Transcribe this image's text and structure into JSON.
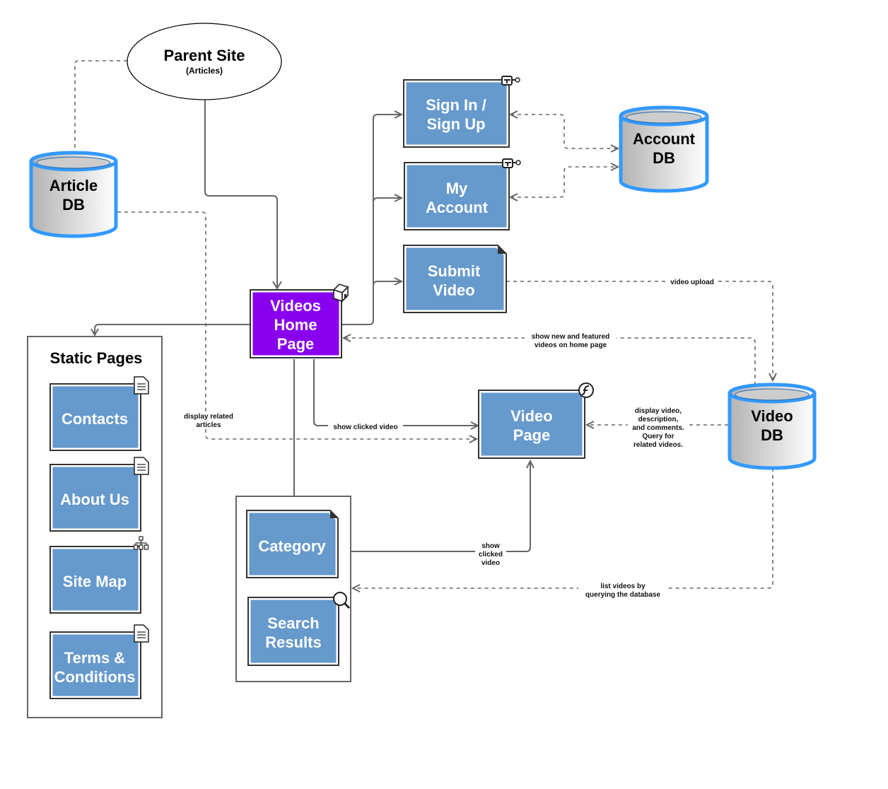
{
  "colors": {
    "page_fill": "#6699cc",
    "home_fill": "#8800ee",
    "db_rim": "#3399ff",
    "edge": "#666666"
  },
  "parent_site": {
    "title": "Parent Site",
    "subtitle": "(Articles)"
  },
  "databases": {
    "article": {
      "line1": "Article",
      "line2": "DB"
    },
    "account": {
      "line1": "Account",
      "line2": "DB"
    },
    "video": {
      "line1": "Video",
      "line2": "DB"
    }
  },
  "pages": {
    "sign_in": {
      "line1": "Sign In /",
      "line2": "Sign Up",
      "icon": "key-icon"
    },
    "my_account": {
      "line1": "My",
      "line2": "Account",
      "icon": "key-icon"
    },
    "submit_video": {
      "line1": "Submit",
      "line2": "Video",
      "icon": "folded-corner"
    },
    "home": {
      "line1": "Videos",
      "line2": "Home",
      "line3": "Page",
      "icon": "home-icon"
    },
    "video_page": {
      "line1": "Video",
      "line2": "Page",
      "icon": "flash-icon"
    },
    "category": {
      "line1": "Category",
      "icon": "folded-corner"
    },
    "search": {
      "line1": "Search",
      "line2": "Results",
      "icon": "magnifier-icon"
    }
  },
  "static_pages": {
    "title": "Static Pages",
    "contacts": {
      "line1": "Contacts",
      "icon": "document-icon"
    },
    "about": {
      "line1": "About Us",
      "icon": "document-icon"
    },
    "sitemap": {
      "line1": "Site Map",
      "icon": "sitemap-icon"
    },
    "terms": {
      "line1": "Terms &",
      "line2": "Conditions",
      "icon": "document-icon"
    }
  },
  "edge_labels": {
    "video_upload": "video upload",
    "show_new_1": "show new and featured",
    "show_new_2": "videos on home page",
    "display_related_1": "display related",
    "display_related_2": "articles",
    "show_clicked": "show clicked video",
    "display_video_1": "display video,",
    "display_video_2": "description,",
    "display_video_3": "and comments.",
    "display_video_4": "Query for",
    "display_video_5": "related videos.",
    "cat_clicked_1": "show",
    "cat_clicked_2": "clicked",
    "cat_clicked_3": "video",
    "list_videos_1": "list videos by",
    "list_videos_2": "querying the database"
  }
}
